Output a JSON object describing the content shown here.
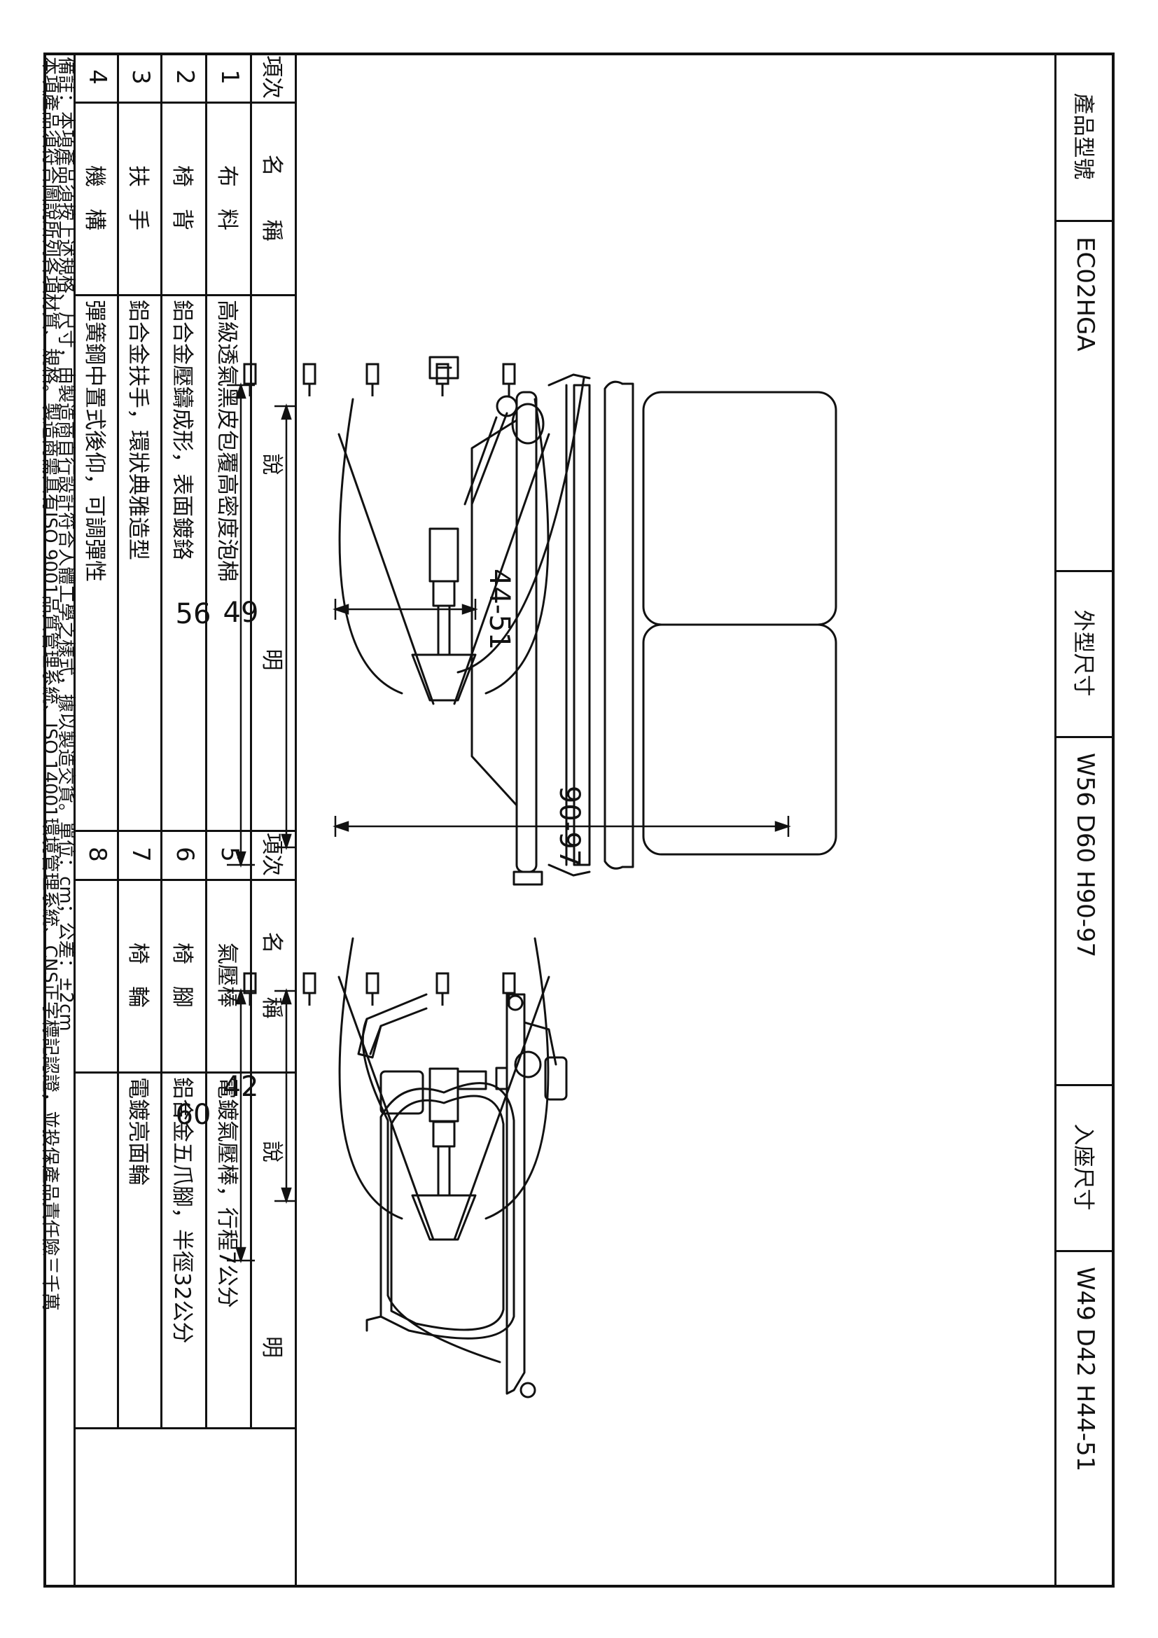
{
  "title_block": {
    "model_label": "產品型號",
    "model_value": "EC02HGA",
    "outer_label": "外型尺寸",
    "outer_value": "W56 D60 H90-97",
    "seat_label": "入座尺寸",
    "seat_value": "W49 D42 H44-51"
  },
  "dimensions": {
    "front_total": "56",
    "front_inner": "49",
    "front_height": "44-51",
    "side_total": "60",
    "side_inner": "42",
    "side_height": "90-97"
  },
  "spec_table": {
    "headers": {
      "no": "項次",
      "name": "名　　稱",
      "desc": "說　　　　　　　　明"
    },
    "left_rows": [
      {
        "no": "1",
        "name": "布　料",
        "desc": "高級透氣黑皮包覆高密度泡棉"
      },
      {
        "no": "2",
        "name": "椅　背",
        "desc": "鋁合金壓鑄成形，表面鍍鉻"
      },
      {
        "no": "3",
        "name": "扶　手",
        "desc": "鋁合金扶手，環狀典雅造型"
      },
      {
        "no": "4",
        "name": "機　構",
        "desc": "彈簧鋼中置式後仰，可調彈性"
      }
    ],
    "right_rows": [
      {
        "no": "5",
        "name": "氣壓棒",
        "desc": "電鍍氣壓棒，行程7公分"
      },
      {
        "no": "6",
        "name": "椅　腳",
        "desc": "鋁合金五爪腳，半徑32公分"
      },
      {
        "no": "7",
        "name": "椅　輪",
        "desc": "電鍍亮面輪"
      },
      {
        "no": "8",
        "name": "",
        "desc": ""
      }
    ]
  },
  "notes": {
    "line1": "備註：本項產品須按上述規格、尺寸，由製造商自行設計符合人體工學之樣式，據以製造交貨。單位：cm；公差：±2cm",
    "line2": "本項產品須符合圖說所列各項材質、規格。製造商需具有ISO 9001品質管理系統、ISO 14001環境管理系統、CNS正字標記認證，並投保產品責任險三千萬"
  }
}
